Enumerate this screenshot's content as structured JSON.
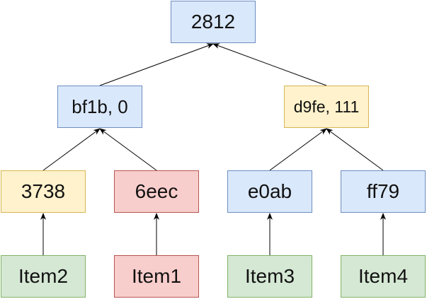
{
  "tree": {
    "root": {
      "label": "2812",
      "color": "#dae8fc"
    },
    "level1": [
      {
        "label": "bf1b, 0",
        "color": "#dae8fc"
      },
      {
        "label": "d9fe, 111",
        "color": "#fff2cc"
      }
    ],
    "level2": [
      {
        "label": "3738",
        "color": "#fff2cc"
      },
      {
        "label": "6eec",
        "color": "#f8cecc"
      },
      {
        "label": "e0ab",
        "color": "#dae8fc"
      },
      {
        "label": "ff79",
        "color": "#dae8fc"
      }
    ],
    "leaves": [
      {
        "label": "Item2",
        "color": "#d5e8d4"
      },
      {
        "label": "Item1",
        "color": "#f8cecc"
      },
      {
        "label": "Item3",
        "color": "#d5e8d4"
      },
      {
        "label": "Item4",
        "color": "#d5e8d4"
      }
    ]
  }
}
